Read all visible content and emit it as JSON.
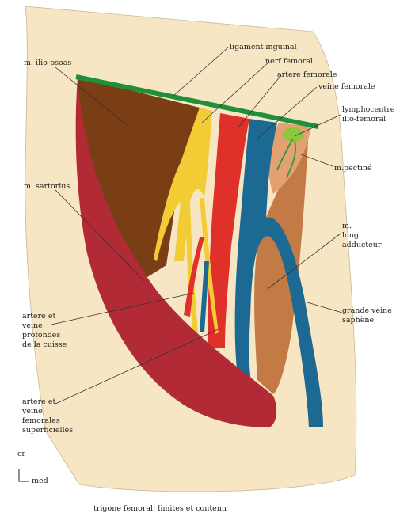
{
  "title": "trigone femoral: limites et contenu",
  "labels": {
    "ligament_inguinal": "ligament inguinal",
    "ilio_psoas": "m. ilio-psoas",
    "nerf_femoral": "nerf femoral",
    "artere_femorale": "artere femorale",
    "veine_femorale": "veine femorale",
    "lymphocentre_1": "lymphocentre",
    "lymphocentre_2": "ilio-femoral",
    "pectine": "m.pectiné",
    "sartorius": "m. sartorius",
    "long_adducteur_1": "m.",
    "long_adducteur_2": "long",
    "long_adducteur_3": "adducteur",
    "profondes_1": "artere et",
    "profondes_2": "veine",
    "profondes_3": "profondes",
    "profondes_4": "de la cuisse",
    "saphene_1": "grande veine",
    "saphene_2": "saphène",
    "superficielles_1": "artere et",
    "superficielles_2": "veine",
    "superficielles_3": "femorales",
    "superficielles_4": "superficielles"
  },
  "orientation": {
    "cranial": "cr",
    "medial": "med"
  },
  "colors": {
    "skin": "#f7e6c4",
    "ilio_psoas": "#7a3e14",
    "sartorius": "#b22a35",
    "nerve": "#f2cc35",
    "artery": "#e0302a",
    "vein": "#1c6a94",
    "adductor": "#c47a45",
    "pectineus": "#e3a070",
    "ligament": "#1f8f3a",
    "lymph": "#8dc63f"
  }
}
